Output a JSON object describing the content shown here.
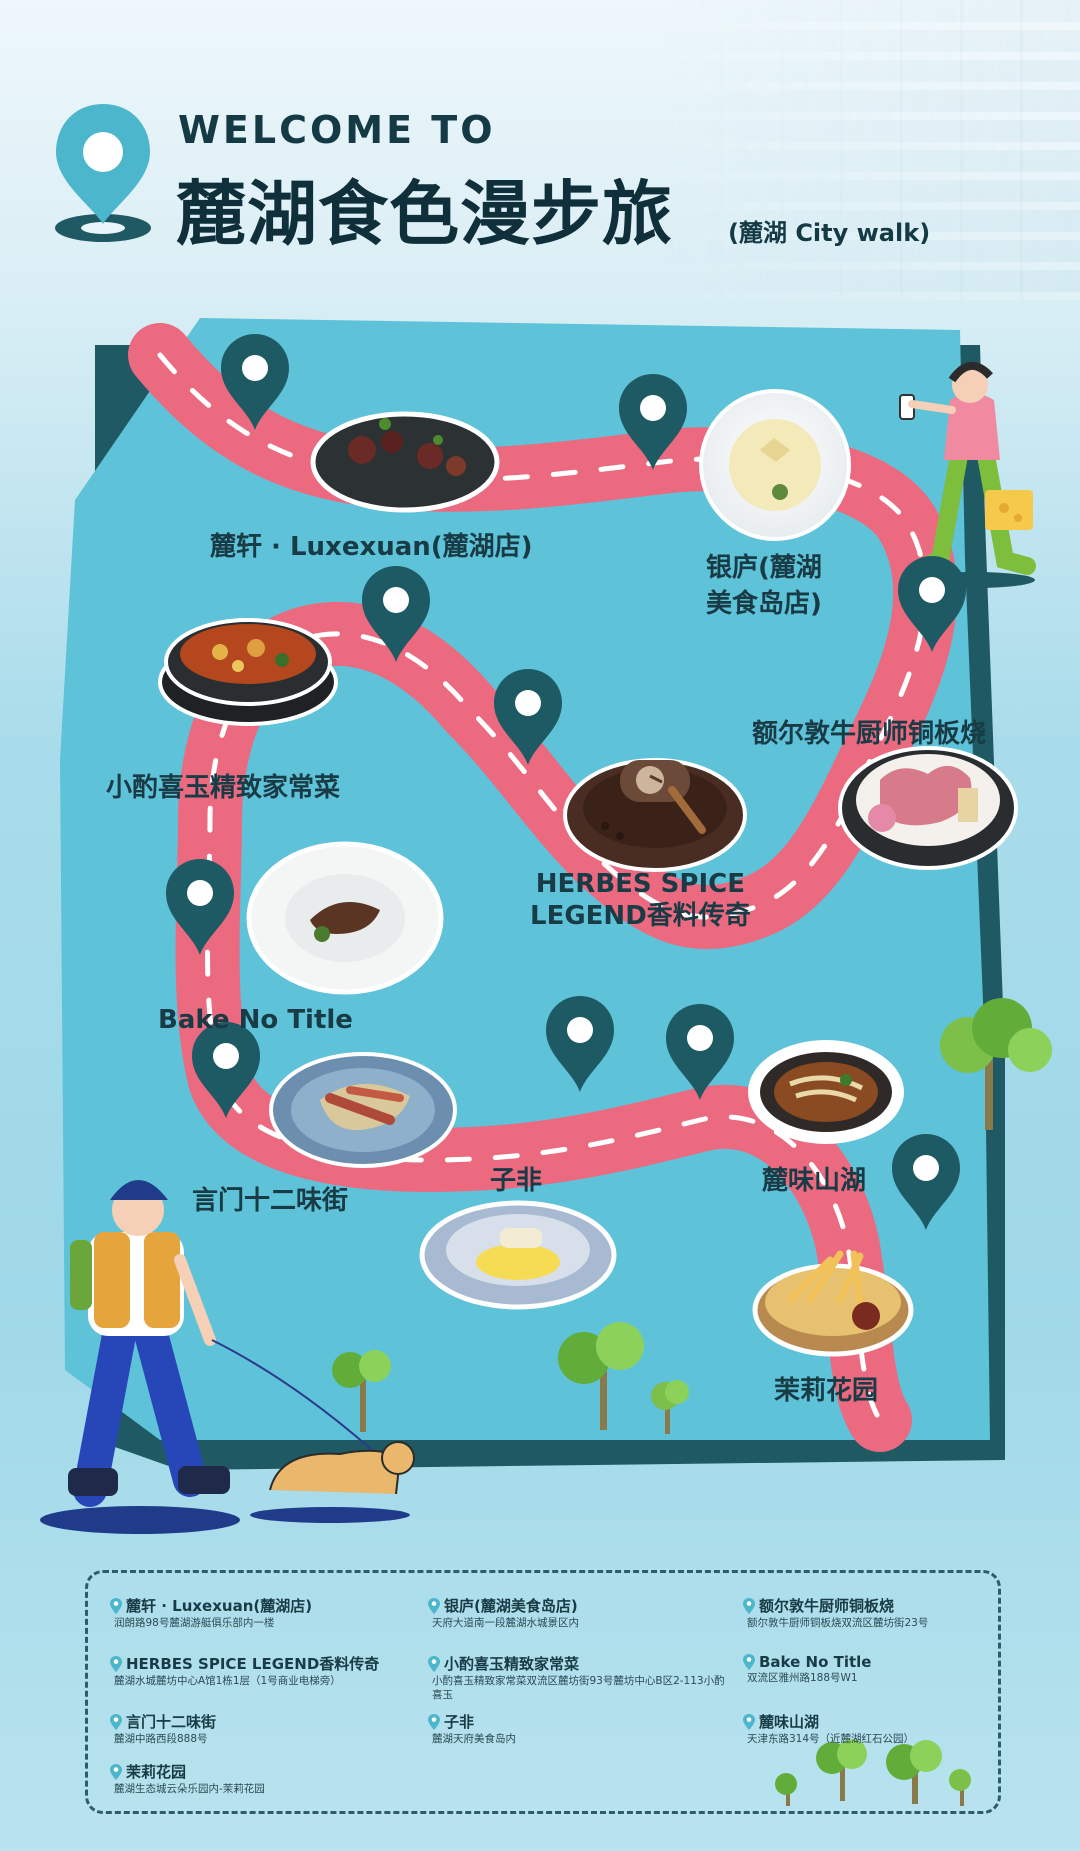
{
  "header": {
    "welcome": "WELCOME TO",
    "title": "麓湖食色漫步旅",
    "title_suffix": "(麓湖 City walk)"
  },
  "icons": {
    "logo": "location-pin-icon",
    "route_marker": "map-pin-icon",
    "legend_marker": "small-pin-icon"
  },
  "colors": {
    "map_water": "#5ec2d9",
    "route": "#ec6a80",
    "pin": "#1e5a63",
    "border_dark": "#1f5963",
    "text": "#183b45"
  },
  "stops": [
    {
      "label": "麓轩 · Luxexuan(麓湖店)"
    },
    {
      "label": "银庐(麓湖\n美食岛店)"
    },
    {
      "label": "额尔敦牛厨师铜板烧"
    },
    {
      "label": "小酌喜玉精致家常菜"
    },
    {
      "label": "HERBES SPICE\nLEGEND香料传奇"
    },
    {
      "label": "Bake No Title"
    },
    {
      "label": "言门十二味街"
    },
    {
      "label": "子非"
    },
    {
      "label": "麓味山湖"
    },
    {
      "label": "茉莉花园"
    }
  ],
  "legend": [
    {
      "name": "麓轩 · Luxexuan(麓湖店)",
      "addr": "润朗路98号麓湖游艇俱乐部内一楼"
    },
    {
      "name": "银庐(麓湖美食岛店)",
      "addr": "天府大道南一段麓湖水城景区内"
    },
    {
      "name": "额尔敦牛厨师铜板烧",
      "addr": "额尔敦牛厨师铜板烧双流区麓坊街23号"
    },
    {
      "name": "HERBES SPICE LEGEND香料传奇",
      "addr": "麓湖水城麓坊中心A馆1栋1层（1号商业电梯旁）"
    },
    {
      "name": "小酌喜玉精致家常菜",
      "addr": "小酌喜玉精致家常菜双流区麓坊街93号麓坊中心B区2-113小酌喜玉"
    },
    {
      "name": "Bake No Title",
      "addr": "双流区雅州路188号W1"
    },
    {
      "name": "言门十二味街",
      "addr": "麓湖中路西段888号"
    },
    {
      "name": "子非",
      "addr": "麓湖天府美食岛内"
    },
    {
      "name": "麓味山湖",
      "addr": "天津东路314号（近麓湖红石公园）"
    },
    {
      "name": "茉莉花园",
      "addr": "麓湖生态城云朵乐园内-茉莉花园"
    }
  ]
}
